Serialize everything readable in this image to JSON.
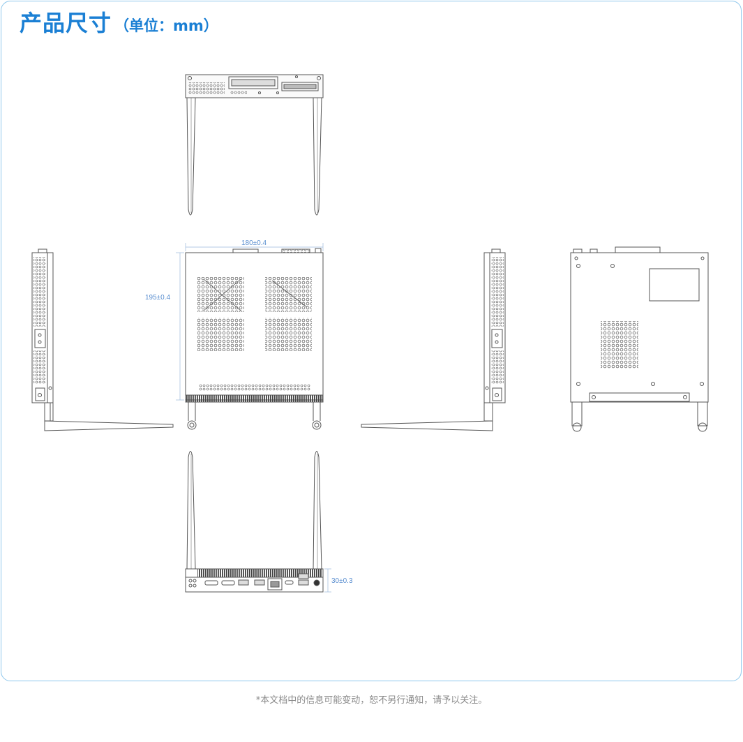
{
  "header": {
    "title": "产品尺寸",
    "unit": "（单位：mm）"
  },
  "dimensions": {
    "width": "180±0.4",
    "depth": "195±0.4",
    "height": "30±0.3"
  },
  "footnote": "*本文档中的信息可能变动，恕不另行通知，请予以关注。",
  "colors": {
    "title": "#1a7fd4",
    "frame_border": "#8ec7ec",
    "dimension_text": "#5b8fd0",
    "drawing_line": "#555555",
    "footnote": "#8a8a8a"
  }
}
